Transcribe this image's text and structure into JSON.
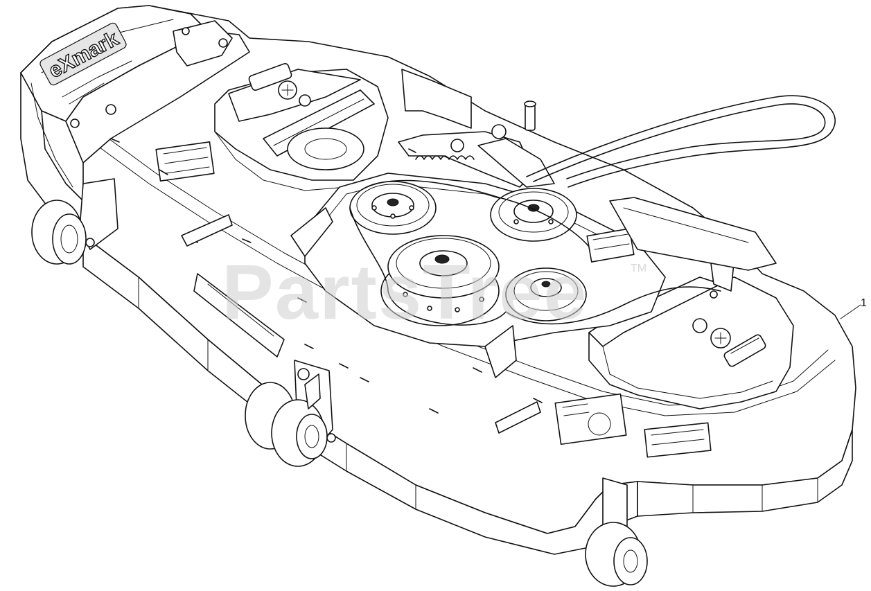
{
  "diagram": {
    "callouts": [
      {
        "number": "1"
      }
    ],
    "brand_mark": "eXmark",
    "watermark": "PartsTree",
    "watermark_tm": "TM"
  }
}
